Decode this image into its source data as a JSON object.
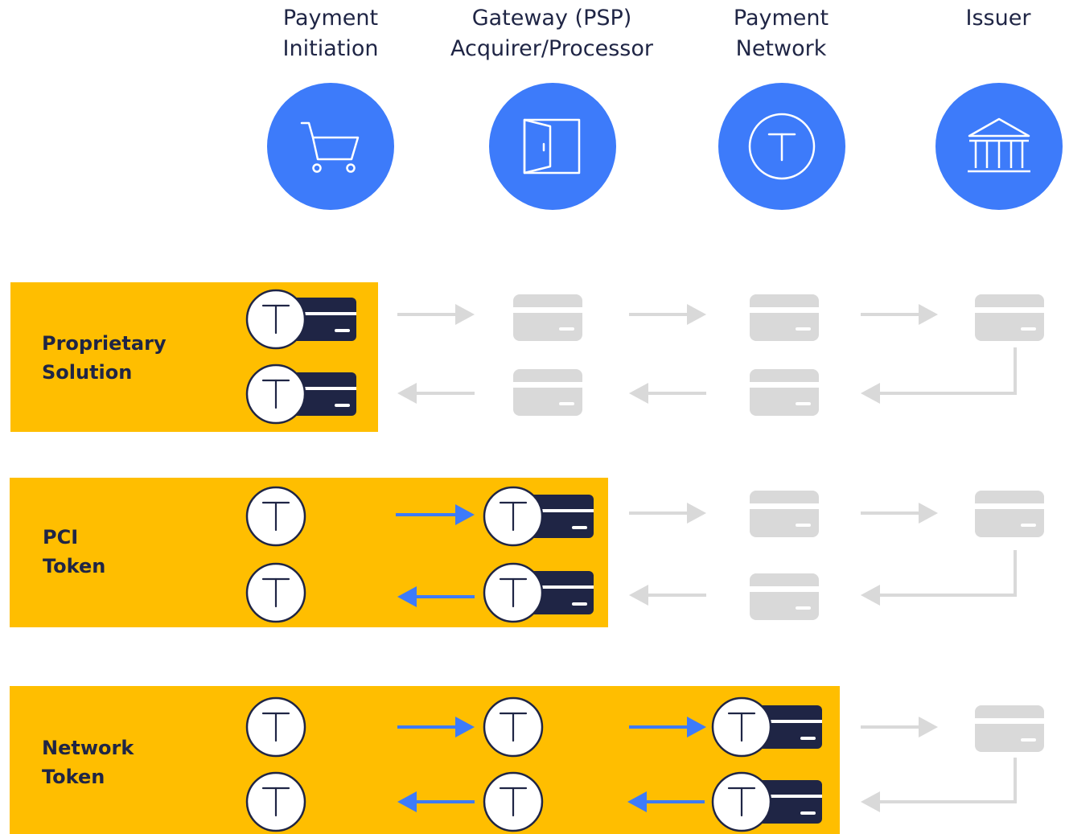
{
  "columns": [
    {
      "line1": "Payment",
      "line2": "Initiation",
      "icon": "cart-icon"
    },
    {
      "line1": "Gateway (PSP)",
      "line2": "Acquirer/Processor",
      "icon": "door-icon"
    },
    {
      "line1": "Payment",
      "line2": "Network",
      "icon": "token-icon"
    },
    {
      "line1": "Issuer",
      "line2": "",
      "icon": "bank-icon"
    }
  ],
  "rows": [
    {
      "line1": "Proprietary",
      "line2": "Solution"
    },
    {
      "line1": "PCI",
      "line2": "Token"
    },
    {
      "line1": "Network",
      "line2": "Token"
    }
  ],
  "token_symbol": "T",
  "colors": {
    "band": "#FFBE00",
    "icon_circle": "#3D7BFA",
    "active_arrow": "#3D7BFA",
    "inactive": "#D9D9D9",
    "card_dark": "#1F2545",
    "text": "#1F2545"
  }
}
